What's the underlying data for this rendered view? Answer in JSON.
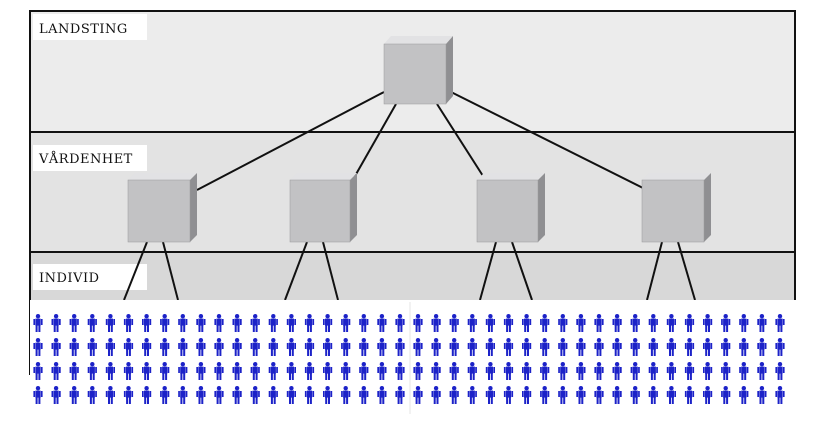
{
  "diagram": {
    "levels": [
      {
        "id": "landsting",
        "label": "LANDSTING"
      },
      {
        "id": "vardenhet",
        "label": "VÅRDENHET"
      },
      {
        "id": "individ",
        "label": "INDIVID"
      }
    ],
    "nodes": {
      "top": {
        "label": "",
        "level": "landsting"
      },
      "units": [
        {
          "level": "vardenhet"
        },
        {
          "level": "vardenhet"
        },
        {
          "level": "vardenhet"
        },
        {
          "level": "vardenhet"
        }
      ]
    },
    "individuals": {
      "groups": 2,
      "rows": 4,
      "columns_per_group": 21,
      "icon": "person-icon",
      "color": "#1c22c8"
    },
    "colors": {
      "band_top": "#ececec",
      "band_middle": "#e3e3e3",
      "band_bottom": "#d8d8d8",
      "cube": "#c2c2c4",
      "edge": "#111111"
    }
  }
}
